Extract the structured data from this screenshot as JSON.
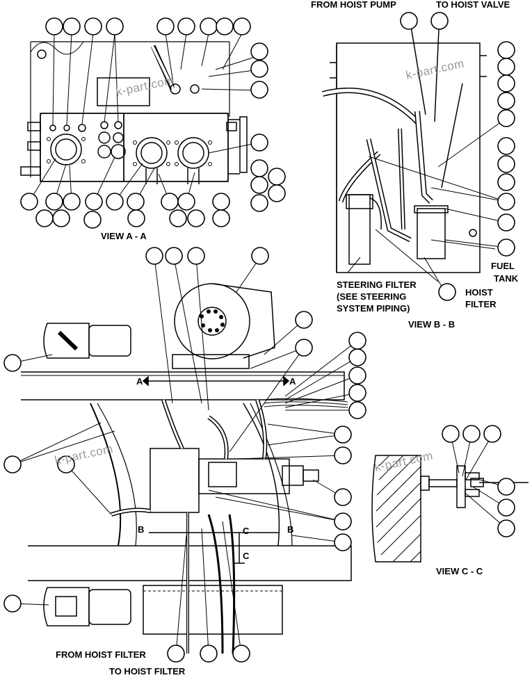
{
  "views": {
    "view_a": "VIEW A - A",
    "view_b": "VIEW B - B",
    "view_c": "VIEW C - C"
  },
  "labels": {
    "from_hoist_pump": "FROM HOIST PUMP",
    "to_hoist_valve": "TO HOIST VALVE",
    "fuel": "FUEL",
    "tank": "TANK",
    "hoist": "HOIST",
    "filter": "FILTER",
    "steering_filter": "STEERING FILTER",
    "see_steering": "(SEE STEERING",
    "system_piping": "SYSTEM PIPING)",
    "from_hoist_filter": "FROM HOIST FILTER",
    "to_hoist_filter": "TO HOIST FILTER"
  },
  "section_marks": {
    "a": "A",
    "b": "B",
    "c": "C"
  },
  "watermark": "k-part.com",
  "colors": {
    "line": "#000000",
    "background": "#ffffff",
    "watermark": "#9a9a9a"
  }
}
